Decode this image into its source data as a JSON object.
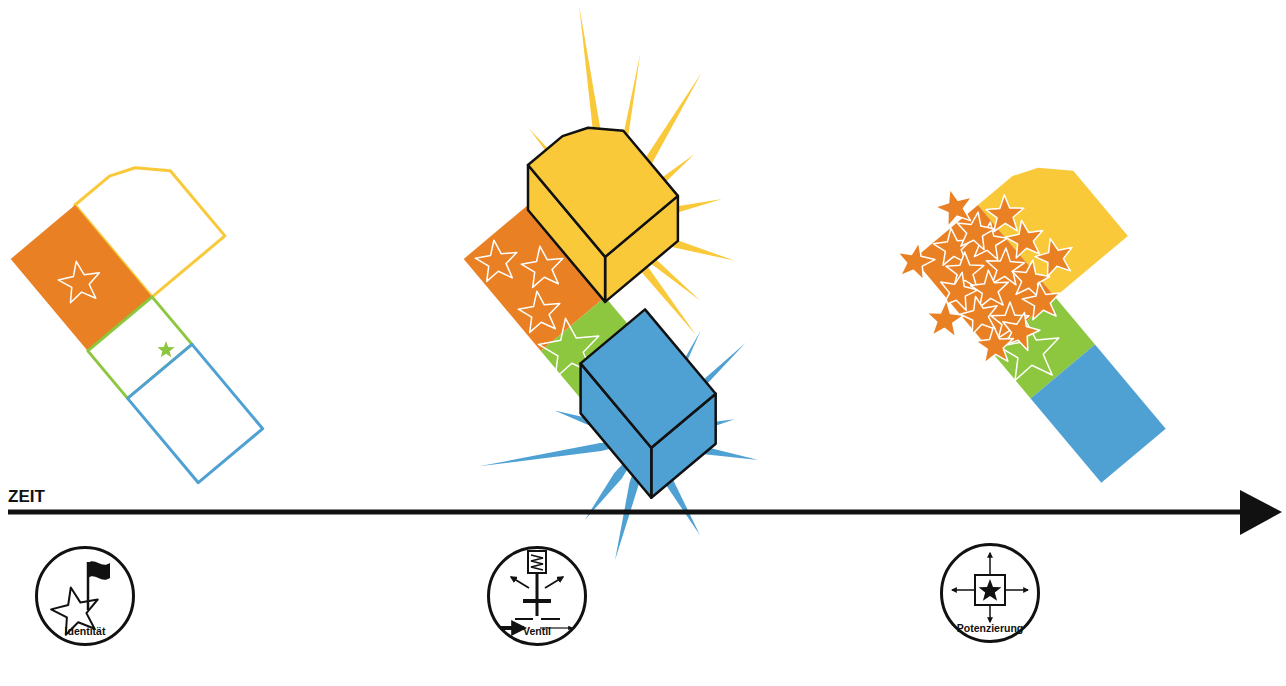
{
  "diagram": {
    "nodes": [
      {
        "text": [
          "Identität"
        ]
      },
      {
        "text": [
          "Ventil"
        ]
      },
      {
        "text": [
          "Potenzierung"
        ]
      }
    ],
    "labels": [
      "ZEIT"
    ]
  }
}
